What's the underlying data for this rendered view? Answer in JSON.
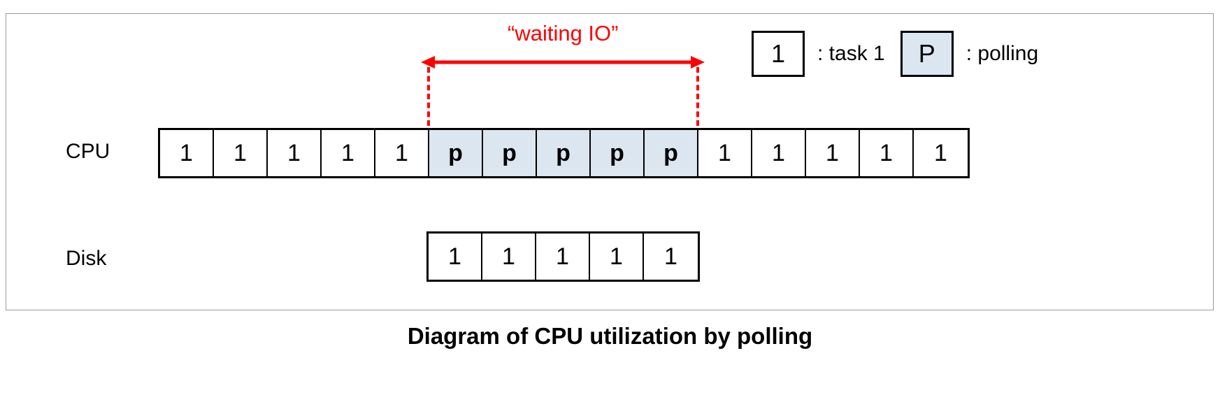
{
  "caption": "Diagram of CPU utilization by polling",
  "annotation": {
    "label": "“waiting IO”",
    "color": "#ff0000",
    "arrow_type": "double-headed",
    "span_start_cell_index": 5,
    "span_end_cell_index": 10
  },
  "legend": {
    "items": [
      {
        "symbol": "1",
        "separator": ": task 1",
        "fill": "#ffffff",
        "name": "task-1"
      },
      {
        "symbol": "P",
        "separator": ": polling",
        "fill": "#dce6f1",
        "name": "polling"
      }
    ]
  },
  "rows": [
    {
      "label": "CPU",
      "name": "cpu",
      "cells": [
        {
          "text": "1",
          "kind": "task"
        },
        {
          "text": "1",
          "kind": "task"
        },
        {
          "text": "1",
          "kind": "task"
        },
        {
          "text": "1",
          "kind": "task"
        },
        {
          "text": "1",
          "kind": "task"
        },
        {
          "text": "p",
          "kind": "polling"
        },
        {
          "text": "p",
          "kind": "polling"
        },
        {
          "text": "p",
          "kind": "polling"
        },
        {
          "text": "p",
          "kind": "polling"
        },
        {
          "text": "p",
          "kind": "polling"
        },
        {
          "text": "1",
          "kind": "task"
        },
        {
          "text": "1",
          "kind": "task"
        },
        {
          "text": "1",
          "kind": "task"
        },
        {
          "text": "1",
          "kind": "task"
        },
        {
          "text": "1",
          "kind": "task"
        }
      ]
    },
    {
      "label": "Disk",
      "name": "disk",
      "cells": [
        {
          "text": "1",
          "kind": "task"
        },
        {
          "text": "1",
          "kind": "task"
        },
        {
          "text": "1",
          "kind": "task"
        },
        {
          "text": "1",
          "kind": "task"
        },
        {
          "text": "1",
          "kind": "task"
        }
      ]
    }
  ],
  "colors": {
    "polling_fill": "#dce6f1",
    "annotation": "#ff0000",
    "border": "#000000",
    "frame_border": "#9a9a9a"
  }
}
